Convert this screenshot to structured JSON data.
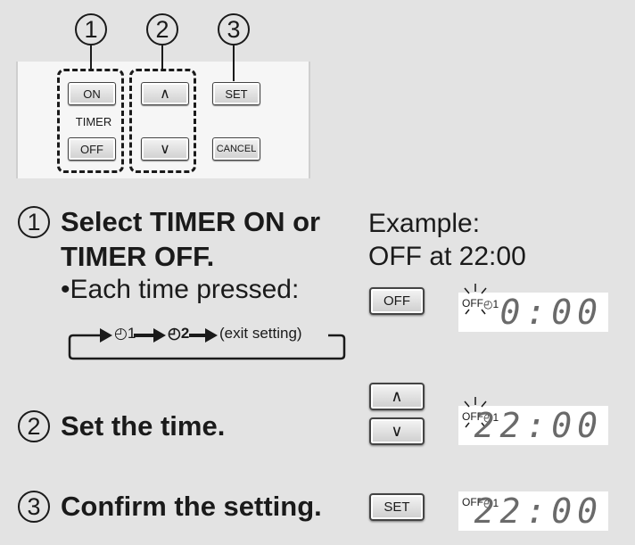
{
  "remote": {
    "callouts": [
      "1",
      "2",
      "3"
    ],
    "buttons": {
      "on": "ON",
      "off": "OFF",
      "timer_label": "TIMER",
      "up": "∧",
      "down": "∨",
      "set": "SET",
      "cancel": "CANCEL"
    }
  },
  "steps": [
    {
      "number": "1",
      "title_line1": "Select TIMER ON or",
      "title_line2": "TIMER OFF.",
      "note": "•Each time pressed:"
    },
    {
      "number": "2",
      "title": "Set the time."
    },
    {
      "number": "3",
      "title": "Confirm the setting."
    }
  ],
  "cycle": {
    "items": [
      "◴1",
      "◴2",
      "(exit setting)"
    ]
  },
  "example": {
    "line1": "Example:",
    "line2": "OFF at 22:00"
  },
  "keys": {
    "off": "OFF",
    "up": "∧",
    "down": "∨",
    "set": "SET"
  },
  "displays": [
    {
      "off": "OFF",
      "timer": "◴1",
      "time": "0:00",
      "blink": true
    },
    {
      "off": "OFF",
      "timer": "◴1",
      "time": "22:00",
      "blink": true
    },
    {
      "off": "OFF",
      "timer": "◴1",
      "time": "22:00",
      "blink": false
    }
  ]
}
